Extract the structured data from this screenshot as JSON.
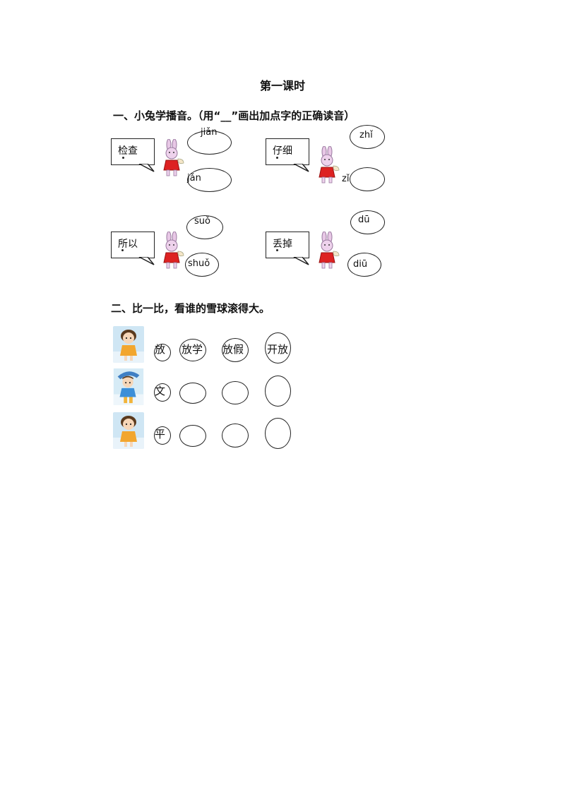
{
  "title": "第一课时",
  "section1": {
    "heading": "一、小兔学播音。（用“__”画出加点字的正确读音）",
    "items": [
      {
        "word": "检查",
        "options": [
          "jiǎn",
          "jǎn"
        ]
      },
      {
        "word": "仔细",
        "options": [
          "zhǐ",
          "zǐ"
        ]
      },
      {
        "word": "所以",
        "options": [
          "suǒ",
          "shuǒ"
        ]
      },
      {
        "word": "丢掉",
        "options": [
          "dū",
          "diū"
        ]
      }
    ]
  },
  "section2": {
    "heading": "二、比一比，看谁的雪球滚得大。",
    "rows": [
      {
        "base": "放",
        "words": [
          "放学",
          "放假",
          "开放"
        ]
      },
      {
        "base": "文",
        "words": [
          "",
          "",
          ""
        ]
      },
      {
        "base": "平",
        "words": [
          "",
          "",
          ""
        ]
      }
    ]
  }
}
